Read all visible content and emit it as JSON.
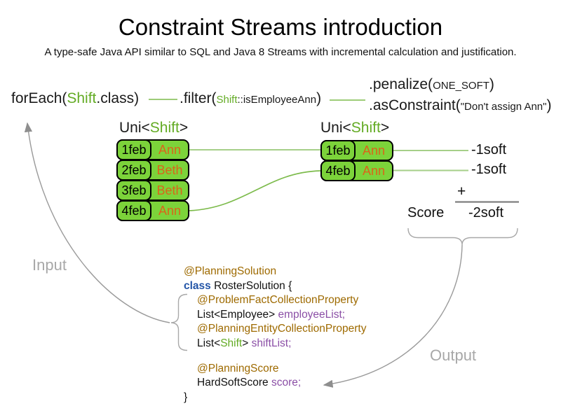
{
  "colors": {
    "box-green": "#7cd33a",
    "code-green": "#63ab24",
    "name-orange": "#d9661a",
    "annotation-brown": "#9e6a00",
    "keyword-blue": "#2355a7",
    "field-purple": "#8b4fa6",
    "line-green": "#a6cf89",
    "curve-green": "#7dbb4c",
    "arrow-gray": "#9a9a9a",
    "label-gray": "#a8a8a8"
  },
  "header": {
    "title": "Constraint Streams introduction",
    "subtitle": "A type-safe Java API similar to SQL and Java 8 Streams with incremental calculation and justification."
  },
  "pipeline": {
    "foreach": {
      "prefix": "forEach(",
      "type": "Shift",
      "suffix": ".class)"
    },
    "filter": {
      "prefix": ".filter(",
      "type": "Shift",
      "method": "::isEmployeeAnn",
      "close": ")"
    },
    "penalize": {
      "prefix": ".penalize(",
      "arg": "ONE_SOFT",
      "close": ")"
    },
    "as_constraint": {
      "prefix": ".asConstraint(",
      "arg": "\"Don't assign Ann\"",
      "close": ")"
    }
  },
  "left_stream": {
    "label": {
      "prefix": "Uni<",
      "type": "Shift",
      "suffix": ">"
    },
    "shifts": [
      {
        "date": "1feb",
        "employee": "Ann"
      },
      {
        "date": "2feb",
        "employee": "Beth"
      },
      {
        "date": "3feb",
        "employee": "Beth"
      },
      {
        "date": "4feb",
        "employee": "Ann"
      }
    ]
  },
  "right_stream": {
    "label": {
      "prefix": "Uni<",
      "type": "Shift",
      "suffix": ">"
    },
    "shifts": [
      {
        "date": "1feb",
        "employee": "Ann"
      },
      {
        "date": "4feb",
        "employee": "Ann"
      }
    ],
    "penalties": [
      "-1soft",
      "-1soft"
    ]
  },
  "score_panel": {
    "plus": "+",
    "label": "Score",
    "total": "-2soft"
  },
  "flow_labels": {
    "input": "Input",
    "output": "Output"
  },
  "code": {
    "annotation_solution": "@PlanningSolution",
    "class_keyword": "class",
    "class_decl": " RosterSolution {",
    "annotation_problem_fact": "@ProblemFactCollectionProperty",
    "employee_type": "List<Employee> ",
    "employee_field": "employeeList;",
    "annotation_planning_entity": "@PlanningEntityCollectionProperty",
    "shift_type_prefix": "List<",
    "shift_type": "Shift",
    "shift_type_suffix": "> ",
    "shift_field": "shiftList;",
    "annotation_score": "@PlanningScore",
    "score_type": "HardSoftScore ",
    "score_field": "score;",
    "closing_brace": "}"
  }
}
